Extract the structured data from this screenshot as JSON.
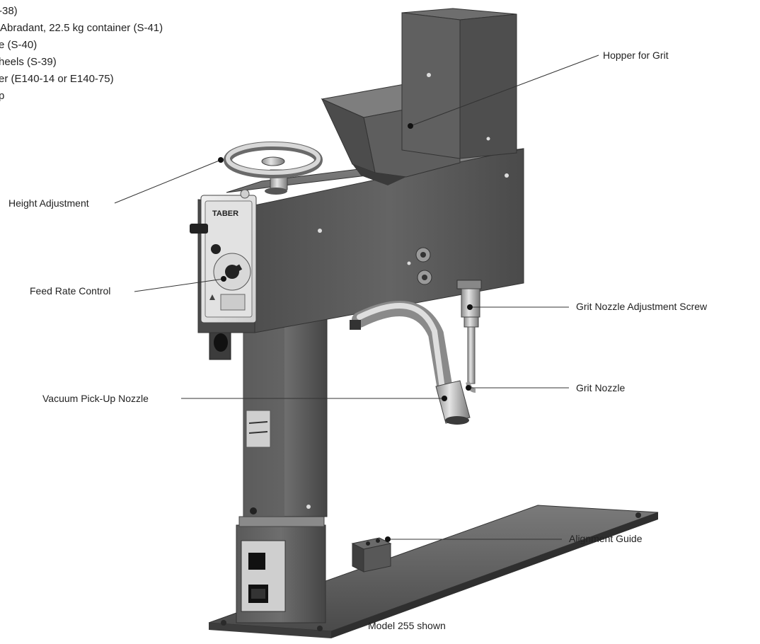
{
  "accessory_list": [
    "S-38)",
    "Abradant, 22.5 kg container (S-41)",
    "e (S-40)",
    "heels (S-39)",
    "er (E140-14 or E140-75)",
    "p"
  ],
  "callouts": {
    "hopper": "Hopper for Grit",
    "height": "Height Adjustment",
    "feed_rate": "Feed Rate Control",
    "nozzle_screw": "Grit Nozzle Adjustment Screw",
    "grit_nozzle": "Grit Nozzle",
    "vacuum": "Vacuum Pick-Up Nozzle",
    "alignment": "Alignment Guide"
  },
  "nameplate": {
    "brand": "TABER"
  },
  "caption": "Model 255 shown",
  "colors": {
    "machine_body": "#5b5b5b",
    "machine_dark": "#3a3a3a",
    "machine_light": "#7a7a7a",
    "metal": "#b8b8b8",
    "panel": "#e6e6e6",
    "leader_line": "#333333"
  }
}
